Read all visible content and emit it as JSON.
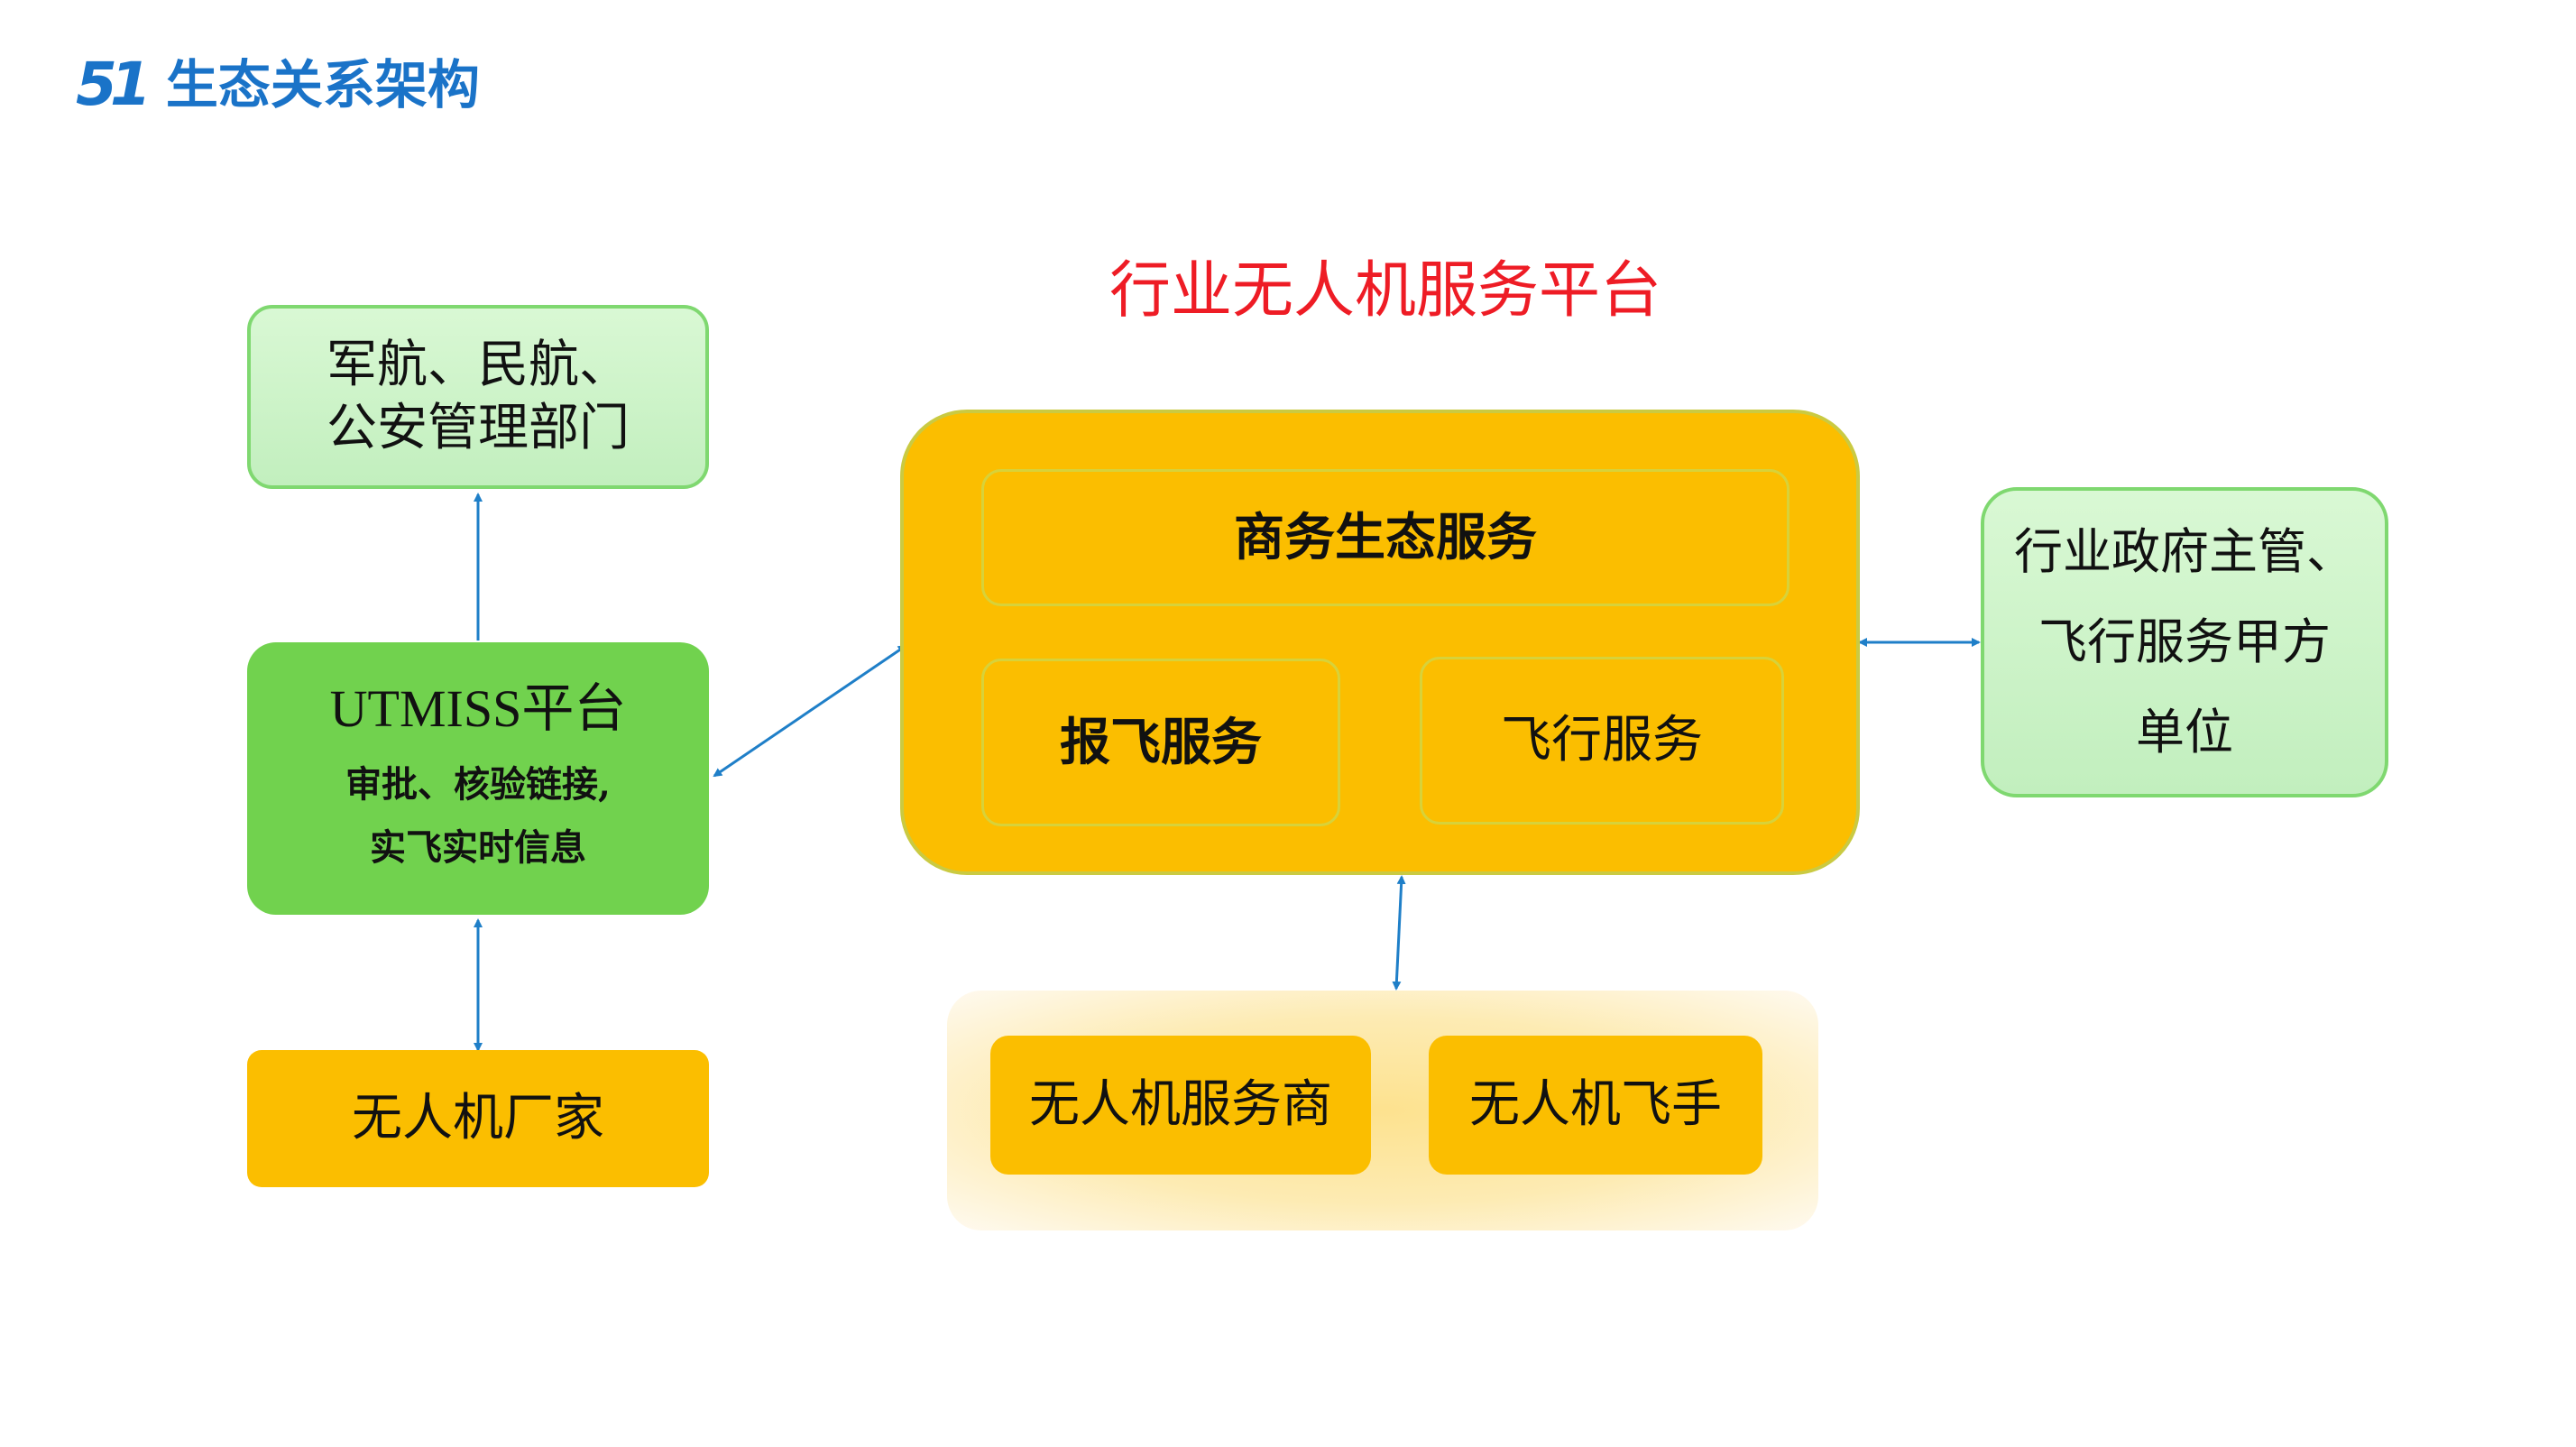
{
  "header": {
    "logo": "51",
    "title": "生态关系架构"
  },
  "platform": {
    "title": "行业无人机服务平台",
    "business_service": "商务生态服务",
    "report_flight_service": "报飞服务",
    "flight_service": "飞行服务"
  },
  "left": {
    "authorities": [
      "军航、民航、",
      "公安管理部门"
    ],
    "utmiss": {
      "title": "UTMISS平台",
      "line1": "审批、核验链接,",
      "line2": "实飞实时信息"
    },
    "manufacturer": "无人机厂家"
  },
  "right": {
    "government": [
      "行业政府主管、",
      "飞行服务甲方",
      "单位"
    ]
  },
  "bottom": {
    "service_provider": "无人机服务商",
    "pilot": "无人机飞手"
  },
  "colors": {
    "accent_blue": "#1a73c8",
    "title_red": "#ee1c25",
    "orange": "#fbbe00",
    "green": "#71d24e",
    "light_green": "#c9f2c4",
    "connector": "#1f7fc8"
  }
}
